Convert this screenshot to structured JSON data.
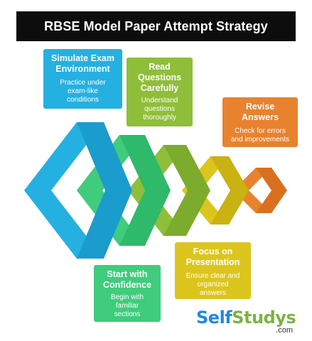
{
  "title": "RBSE Model Paper Attempt Strategy",
  "colors": {
    "blue": "#25b0e2",
    "green": "#3fcc7c",
    "olive": "#8fbe3a",
    "yellow": "#dcc51d",
    "orange": "#e8822f"
  },
  "steps": [
    {
      "heading": "Simulate Exam\nEnvironment",
      "description": "Practice under\nexam-like\nconditions"
    },
    {
      "heading": "Start with\nConfidence",
      "description": "Begin with\nfamiliar\nsections"
    },
    {
      "heading": "Read\nQuestions\nCarefully",
      "description": "Understand\nquestions\nthoroughly"
    },
    {
      "heading": "Focus on\nPresentation",
      "description": "Ensure clear and\norganized\nanswers"
    },
    {
      "heading": "Revise\nAnswers",
      "description": "Check for errors\nand improvements"
    }
  ],
  "logo": {
    "self": "Self",
    "studys": "Studys",
    "com": ".com"
  }
}
